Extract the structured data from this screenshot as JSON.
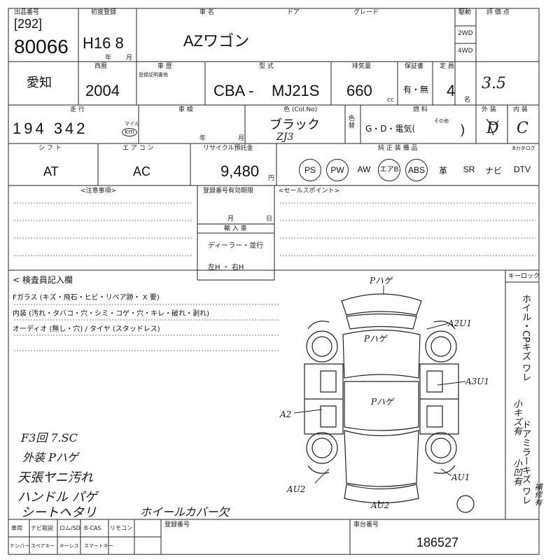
{
  "header": {
    "venue_label": "出品番号",
    "venue_code": "[292]",
    "lot_number": "80066",
    "first_reg_label": "初度登録",
    "first_reg_value": "H16 8",
    "nen": "年",
    "tsuki": "月",
    "model_label": "車 名",
    "model_value": "AZワゴン",
    "door_label": "ドア",
    "grade_label": "グレード",
    "drive_label": "駆動",
    "drive_2wd": "2WD",
    "drive_4wd": "4WD",
    "score_label": "評 価 点"
  },
  "row2": {
    "region": "愛知",
    "year_label": "西暦",
    "year_value": "2004",
    "inspection_label": "車 歴",
    "inspection_sub": "登録証明書他",
    "type_label": "型 式",
    "type_prefix": "CBA -",
    "type_value": "MJ21S",
    "cc_label": "排気量",
    "cc_value": "660",
    "cc_unit": "cc",
    "warranty_label": "保証書",
    "warranty_value": "有・無",
    "seats_label": "定 員",
    "seats_value": "4",
    "seats_unit": "名",
    "score_value": "3.5"
  },
  "row3": {
    "mileage_label": "走 行",
    "mileage_value": "194 342",
    "mileage_unit": "km",
    "mileage_sub": "マイル",
    "shaken_label": "車 検",
    "shaken_year": "年",
    "shaken_month": "月",
    "color_label": "色 (Col.No)",
    "color_value": "ブラック",
    "color_code": "ZJ3",
    "color_change": "色替",
    "fuel_label": "燃 料",
    "fuel_value": "G・D・電気(",
    "fuel_other": "その他",
    "fuel_close": ")",
    "exterior_label": "外 装",
    "exterior_value": "D",
    "interior_label": "内 装",
    "interior_value": "C"
  },
  "row4": {
    "shift_label": "シ フ ト",
    "shift_value": "AT",
    "ac_label": "エ ア コ ン",
    "ac_value": "AC",
    "recycle_label": "リサイクル預託金",
    "recycle_value": "9,480",
    "recycle_unit": "円",
    "equip_label": "純 正 装 備 品",
    "equip_extra_label": "Bカタログ",
    "equipment": [
      "PS",
      "PW",
      "AW",
      "エアB",
      "ABS",
      "革",
      "SR",
      "ナビ",
      "DTV"
    ]
  },
  "notes": {
    "caution_label": "<注意事項>",
    "reg_expire_label": "登録番号有効期限",
    "reg_expire_month": "月",
    "reg_expire_day": "日",
    "import_label": "輸 入 車",
    "import_dealer": "ディーラー・並行",
    "import_handle": "左H ・ 右H",
    "sales_label": "<セールスポイント>"
  },
  "inspector": {
    "title": "< 検査員記入欄",
    "line1": "Fガラス (キズ・飛石・ヒビ・リペア跡・ X 要)",
    "line2": "内装 (汚れ・タバコ・穴・シミ・コゲ・穴・キレ・破れ・剥れ)",
    "line3": "オーディオ (無し・穴) / タイヤ (スタッドレス)",
    "keylock_label": "キーロック",
    "handwritten_notes": [
      "F3回 7.SC",
      "外装 Pハゲ",
      "天張ヤニ汚れ",
      "ハンドル パゲ",
      "シートヘタリ"
    ],
    "wheel_note": "ホイールカバー欠",
    "side_notes": [
      "ホイル・CPキズ ワレ",
      "小キズ有",
      "ドアミラーキズ ワレ",
      "小凹有",
      "補修有"
    ]
  },
  "diagram_marks": {
    "roof_top": "Pハゲ",
    "hood": "Pハゲ",
    "roof": "Pハゲ",
    "right_front": "A2U1",
    "right_side": "A3U1",
    "left_side": "A2",
    "right_rear": "AU1",
    "left_rear": "AU2",
    "rear": "AU2"
  },
  "footer": {
    "c1": "車両",
    "c2": "ナビ取説",
    "c3": "ロム/SD",
    "c4": "B-CAS",
    "c5": "リモコン",
    "c6": "ナンバー",
    "c7": "スペアキー",
    "c8": "キーレス",
    "c9": "スマートキー",
    "reg_label": "登録番号",
    "chassis_label": "車台番号",
    "chassis_value": "186527"
  }
}
